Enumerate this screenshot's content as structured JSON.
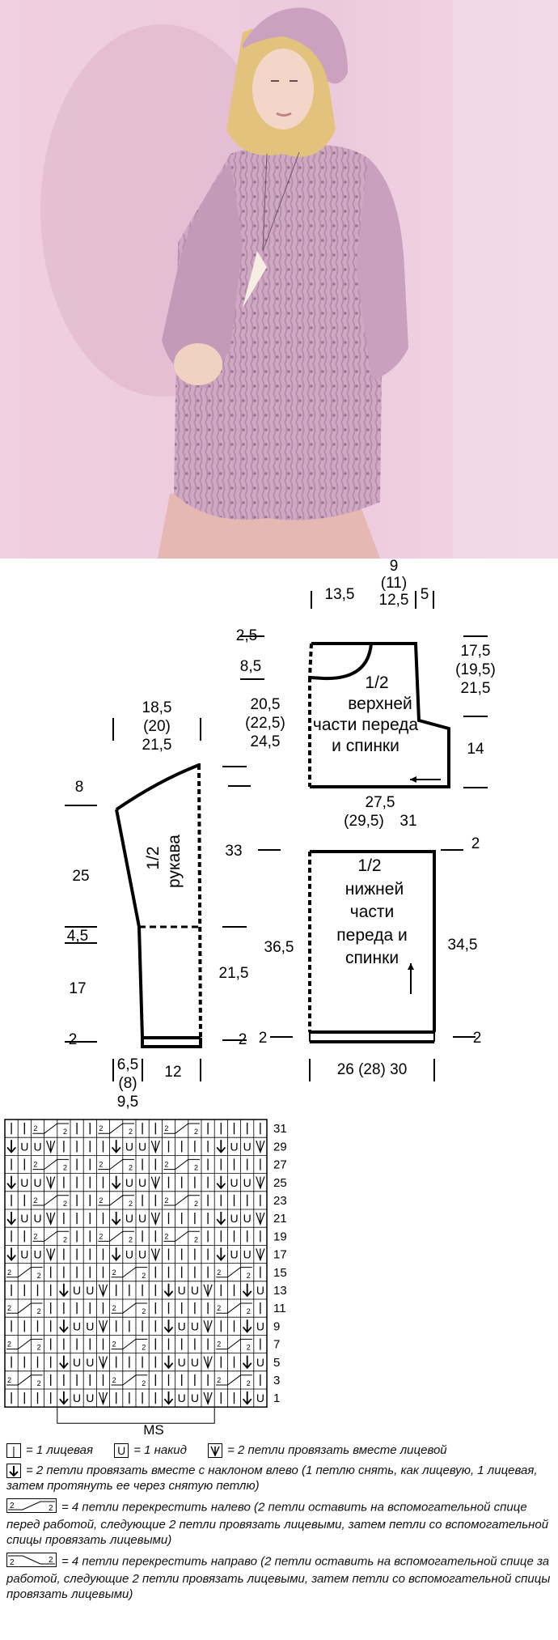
{
  "schema": {
    "upper": {
      "neck_top": "9",
      "neck_mid": "(11)",
      "neck_bot": "12,5",
      "shoulder_left": "13,5",
      "shoulder_right": "5",
      "dim_2_5": "2,5",
      "dim_8_5": "8,5",
      "depth_a": "20,5",
      "depth_b": "(22,5)",
      "depth_c": "24,5",
      "right_a": "17,5",
      "right_b": "(19,5)",
      "right_c": "21,5",
      "armhole_14": "14",
      "width": "27,5",
      "width_b": "(29,5)",
      "width_c": "31",
      "label_1": "1/2",
      "label_2": "верхней",
      "label_3": "части переда",
      "label_4": "и спинки"
    },
    "lower": {
      "left_36_5": "36,5",
      "right_34_5": "34,5",
      "top_2": "2",
      "bottom_2_left": "2",
      "bottom_2_right": "2",
      "width": "26 (28) 30",
      "label_1": "1/2",
      "label_2": "нижней",
      "label_3": "части",
      "label_4": "переда и",
      "label_5": "спинки"
    },
    "sleeve": {
      "top_a": "18,5",
      "top_b": "(20)",
      "top_c": "21,5",
      "cap_8": "8",
      "len_25": "25",
      "len_4_5": "4,5",
      "len_17": "17",
      "len_2": "2",
      "len_33": "33",
      "len_21_5": "21,5",
      "bottom_2": "2",
      "cuff_a": "6,5",
      "cuff_b": "(8)",
      "cuff_c": "9,5",
      "cuff_12": "12",
      "label_1": "1/2",
      "label_2": "рукава"
    }
  },
  "chart_data": {
    "type": "table",
    "row_numbers": [
      "31",
      "29",
      "27",
      "25",
      "23",
      "21",
      "19",
      "17",
      "15",
      "13",
      "11",
      "9",
      "7",
      "5",
      "3",
      "1"
    ],
    "repeat_label": "MS",
    "cable_count": "2"
  },
  "legend": {
    "knit_text": "= 1 лицевая",
    "yo_symbol": "U",
    "yo_text": "= 1 накид",
    "k2tog_text": "= 2 петли провязать вместе лицевой",
    "ssk_text": "= 2 петли провязать вместе с наклоном влево (1 петлю снять, как лицевую, 1 лицевая, затем протянуть ее через снятую петлю)",
    "cable_left_text": "= 4 петли перекрестить налево (2 петли оставить на вспомогательной спице перед работой, следующие 2 петли провязать лицевыми, затем петли со вспомогательной спицы провязать лицевыми)",
    "cable_right_text": "= 4 петли перекрестить направо (2 петли оставить на вспомогательной спице за работой, следующие 2 петли провязать лицевыми, затем петли со вспомогательной спицы провязать лицевыми)"
  }
}
